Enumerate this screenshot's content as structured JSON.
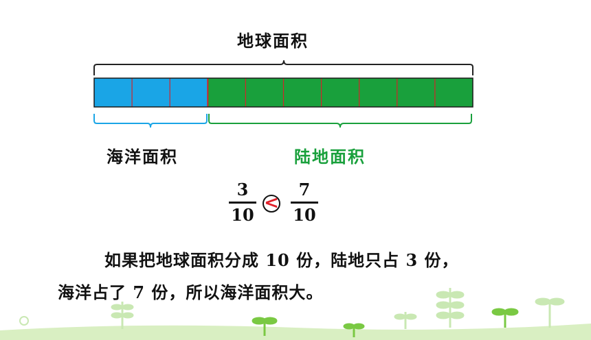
{
  "diagram": {
    "earth_label": "地球面积",
    "ocean_label": "海洋面积",
    "land_label": "陆地面积",
    "ocean_cells": 3,
    "land_cells": 7,
    "colors": {
      "ocean": "#1aa5e6",
      "land": "#19a03c",
      "divider": "#d2232a",
      "land_text": "#19a03c"
    }
  },
  "comparison": {
    "left": {
      "numerator": "3",
      "denominator": "10"
    },
    "operator": "<",
    "right": {
      "numerator": "7",
      "denominator": "10"
    }
  },
  "explanation": {
    "line1": "如果把地球面积分成 10 份，陆地只占 3 份，",
    "line2": "海洋占了 7 份，所以海洋面积大。"
  }
}
